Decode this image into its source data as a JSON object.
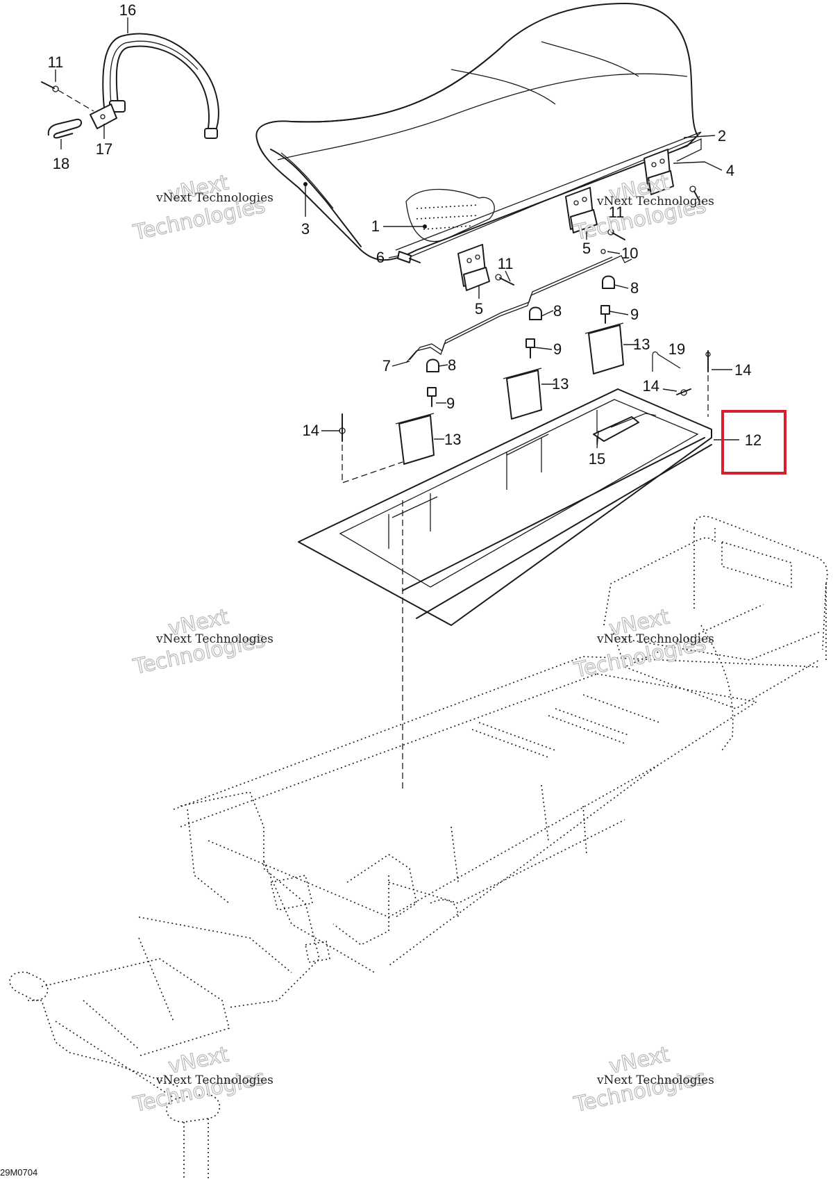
{
  "callouts": [
    {
      "label": "16",
      "name": "callout-16"
    },
    {
      "label": "11",
      "name": "callout-11-a"
    },
    {
      "label": "17",
      "name": "callout-17"
    },
    {
      "label": "18",
      "name": "callout-18"
    },
    {
      "label": "2",
      "name": "callout-2"
    },
    {
      "label": "4",
      "name": "callout-4"
    },
    {
      "label": "3",
      "name": "callout-3"
    },
    {
      "label": "1",
      "name": "callout-1"
    },
    {
      "label": "11",
      "name": "callout-11-b"
    },
    {
      "label": "5",
      "name": "callout-5-a"
    },
    {
      "label": "10",
      "name": "callout-10"
    },
    {
      "label": "6",
      "name": "callout-6"
    },
    {
      "label": "11",
      "name": "callout-11-c"
    },
    {
      "label": "5",
      "name": "callout-5-b"
    },
    {
      "label": "8",
      "name": "callout-8-a"
    },
    {
      "label": "8",
      "name": "callout-8-b"
    },
    {
      "label": "9",
      "name": "callout-9-a"
    },
    {
      "label": "9",
      "name": "callout-9-b"
    },
    {
      "label": "13",
      "name": "callout-13-a"
    },
    {
      "label": "19",
      "name": "callout-19"
    },
    {
      "label": "7",
      "name": "callout-7"
    },
    {
      "label": "8",
      "name": "callout-8-c"
    },
    {
      "label": "14",
      "name": "callout-14-a"
    },
    {
      "label": "13",
      "name": "callout-13-b"
    },
    {
      "label": "14",
      "name": "callout-14-b"
    },
    {
      "label": "9",
      "name": "callout-9-c"
    },
    {
      "label": "14",
      "name": "callout-14-c"
    },
    {
      "label": "13",
      "name": "callout-13-c"
    },
    {
      "label": "15",
      "name": "callout-15"
    },
    {
      "label": "12",
      "name": "callout-12"
    }
  ],
  "watermark": {
    "company": "vNext Technologies",
    "brand_top": "vNext",
    "brand_bottom": "Technologies"
  },
  "diagram_code": "29M0704",
  "highlight": {
    "label": "12",
    "color": "#d6202e"
  }
}
